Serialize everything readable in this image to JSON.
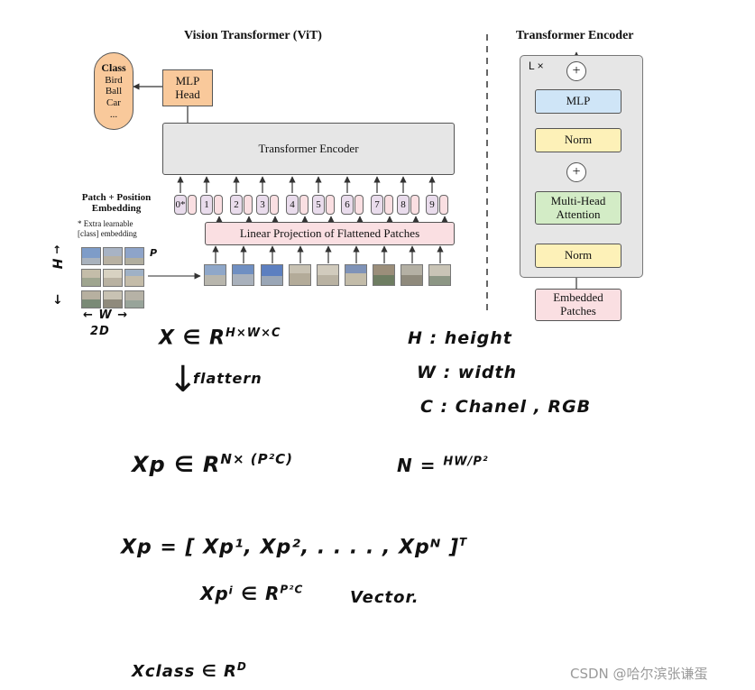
{
  "vit": {
    "title": "Vision Transformer (ViT)",
    "class_box": {
      "title": "Class",
      "items": [
        "Bird",
        "Ball",
        "Car",
        "..."
      ]
    },
    "mlp_head": "MLP\nHead",
    "encoder": "Transformer Encoder",
    "pos_embedding_label": "Patch + Position\nEmbedding",
    "extra_note": "* Extra learnable\n[class] embedding",
    "linear_projection": "Linear Projection of Flattened Patches",
    "tokens": [
      "0*",
      "1",
      "2",
      "3",
      "4",
      "5",
      "6",
      "7",
      "8",
      "9"
    ],
    "patch_colors": [
      "#8fa7c9",
      "#b8b6ad",
      "#6f8fc2",
      "#a9b1bc",
      "#c8c2b3",
      "#7f93b8",
      "#9b8e7a",
      "#b4b0a4",
      "#a39c8d"
    ],
    "image_grid_colors": [
      "#7e9cc8",
      "#a8b3c4",
      "#8ea4c9",
      "#c4bda9",
      "#b9b2a2",
      "#9fb1c6",
      "#7a8a76",
      "#b7b0a0",
      "#98a49a"
    ]
  },
  "encoder_detail": {
    "title": "Transformer Encoder",
    "repeat": "L ×",
    "plus": "+",
    "mlp": "MLP",
    "norm": "Norm",
    "attention": "Multi-Head\nAttention",
    "embedded": "Embedded\nPatches",
    "colors": {
      "mlp": "#cfe5f7",
      "norm": "#fdf1b8",
      "attention": "#d3ecc6",
      "embedded": "#fadfe2",
      "panel": "#e6e6e6",
      "class": "#f9c99b",
      "encoder": "#e6e6e6"
    }
  },
  "handwriting": {
    "h_axis": "H",
    "w_axis": "← W →",
    "two_d": "2D",
    "p_mark": "P",
    "x_eq": "X ∈ R",
    "x_sup": "H×W×C",
    "flatten": "flattern",
    "xp_eq": "Xp ∈ R",
    "xp_sup": "N× (P²C)",
    "xp_list": "Xp = [ Xp¹, Xp², . . . . , Xpᴺ ]",
    "xp_list_sup": "T",
    "xpi": "Xpⁱ ∈ R",
    "xpi_sup": "P²C",
    "vector": "Vector.",
    "xclass": "Xclass ∈ R",
    "xclass_sup": "D",
    "h_def": "H : height",
    "w_def": "W : width",
    "c_def": "C : Chanel , RGB",
    "n_def": "N = ",
    "n_frac": "HW/P²"
  },
  "watermark": "CSDN @哈尔滨张谦蛋"
}
